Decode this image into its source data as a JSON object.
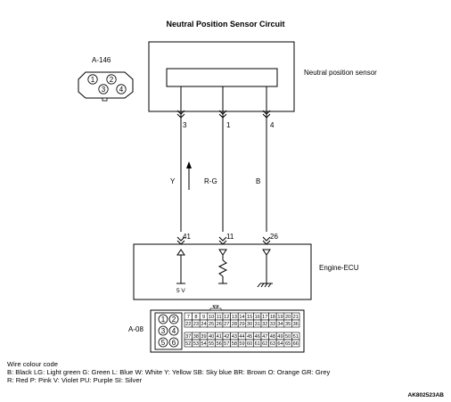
{
  "title": "Neutral Position Sensor Circuit",
  "connector_a146": {
    "label": "A-146",
    "pins": [
      "1",
      "2",
      "3",
      "4"
    ]
  },
  "sensor": {
    "label": "Neutral position sensor"
  },
  "ecu": {
    "label": "Engine-ECU",
    "supply_label": "5 V"
  },
  "wires": [
    {
      "sensor_pin": "3",
      "ecu_pin": "41",
      "color_code": "Y"
    },
    {
      "sensor_pin": "1",
      "ecu_pin": "11",
      "color_code": "R-G"
    },
    {
      "sensor_pin": "4",
      "ecu_pin": "26",
      "color_code": "B"
    }
  ],
  "connector_a08": {
    "label": "A-08",
    "left_pins": [
      "1",
      "2",
      "3",
      "4",
      "5",
      "6"
    ],
    "rows": [
      [
        "7",
        "8",
        "9",
        "10",
        "11",
        "12",
        "13",
        "14",
        "15",
        "16",
        "17",
        "18",
        "19",
        "20",
        "21"
      ],
      [
        "22",
        "23",
        "24",
        "25",
        "26",
        "27",
        "28",
        "29",
        "30",
        "31",
        "32",
        "33",
        "34",
        "35",
        "36"
      ],
      [
        "37",
        "38",
        "39",
        "40",
        "41",
        "42",
        "43",
        "44",
        "45",
        "46",
        "47",
        "48",
        "49",
        "50",
        "51"
      ],
      [
        "52",
        "53",
        "54",
        "55",
        "56",
        "57",
        "58",
        "59",
        "60",
        "61",
        "62",
        "63",
        "64",
        "65",
        "66"
      ]
    ]
  },
  "legend": {
    "heading": "Wire colour code",
    "line1": "B: Black  LG: Light green  G: Green  L: Blue  W: White  Y: Yellow  SB: Sky blue  BR: Brown  O: Orange  GR: Grey",
    "line2": "R: Red  P: Pink  V: Violet  PU: Purple  SI: Silver"
  },
  "figure_id": "AK802523AB"
}
